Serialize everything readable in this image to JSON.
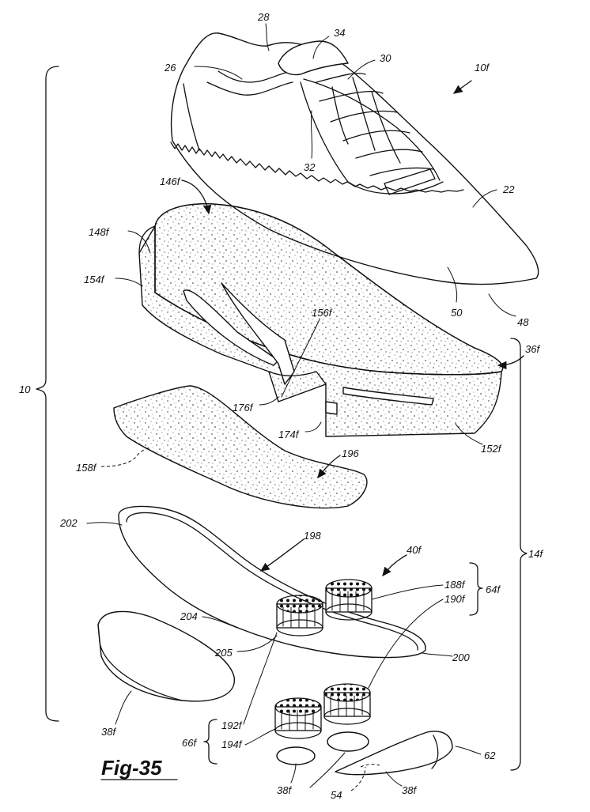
{
  "figure": {
    "caption": "Fig-35",
    "labels": {
      "l10f": "10f",
      "l28": "28",
      "l34": "34",
      "l26": "26",
      "l30": "30",
      "l32": "32",
      "l22": "22",
      "l50": "50",
      "l48": "48",
      "l146f": "146f",
      "l148f": "148f",
      "l154f": "154f",
      "l156f": "156f",
      "l36f": "36f",
      "l176f": "176f",
      "l174f": "174f",
      "l152f": "152f",
      "l158f": "158f",
      "l196": "196",
      "l10": "10",
      "l14f": "14f",
      "l202": "202",
      "l198": "198",
      "l40f": "40f",
      "l188f": "188f",
      "l190f": "190f",
      "l64f": "64f",
      "l204": "204",
      "l205": "205",
      "l200": "200",
      "l38f_a": "38f",
      "l192f": "192f",
      "l194f": "194f",
      "l66f": "66f",
      "l38f_b": "38f",
      "l54": "54",
      "l38f_c": "38f",
      "l62": "62"
    }
  }
}
